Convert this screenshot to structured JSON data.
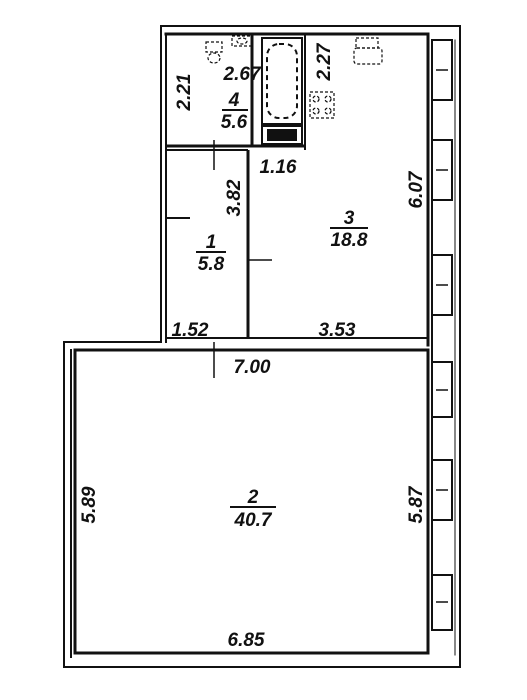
{
  "plan": {
    "rooms": [
      {
        "number": "1",
        "area": "5.8"
      },
      {
        "number": "2",
        "area": "40.7"
      },
      {
        "number": "3",
        "area": "18.8"
      },
      {
        "number": "4",
        "area": "5.6"
      }
    ],
    "dimensions": {
      "bath_width": "2.67",
      "bath_height": "2.21",
      "bath_height_right": "2.27",
      "hall_width_top": "1.16",
      "hall_height": "3.82",
      "kitchen_height": "6.07",
      "hall_width_bottom": "1.52",
      "kitchen_width": "3.53",
      "living_width_top": "7.00",
      "living_height_left": "5.89",
      "living_height_right": "5.87",
      "living_width_bottom": "6.85"
    }
  },
  "colors": {
    "line": "#111111",
    "background": "#ffffff"
  }
}
